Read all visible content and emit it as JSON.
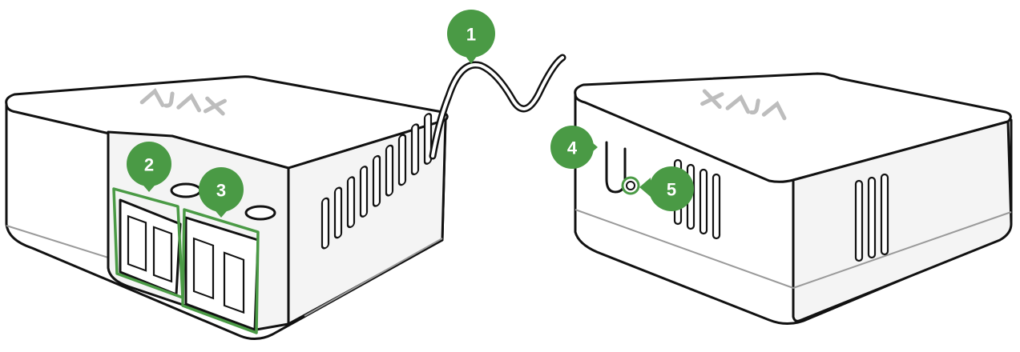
{
  "colors": {
    "accent": "#4a9a45",
    "outline": "#111111",
    "shade": "#f4f4f4"
  },
  "logo": {
    "text": "AJAX"
  },
  "callouts": [
    {
      "label": "1"
    },
    {
      "label": "2"
    },
    {
      "label": "3"
    },
    {
      "label": "4"
    },
    {
      "label": "5"
    }
  ]
}
